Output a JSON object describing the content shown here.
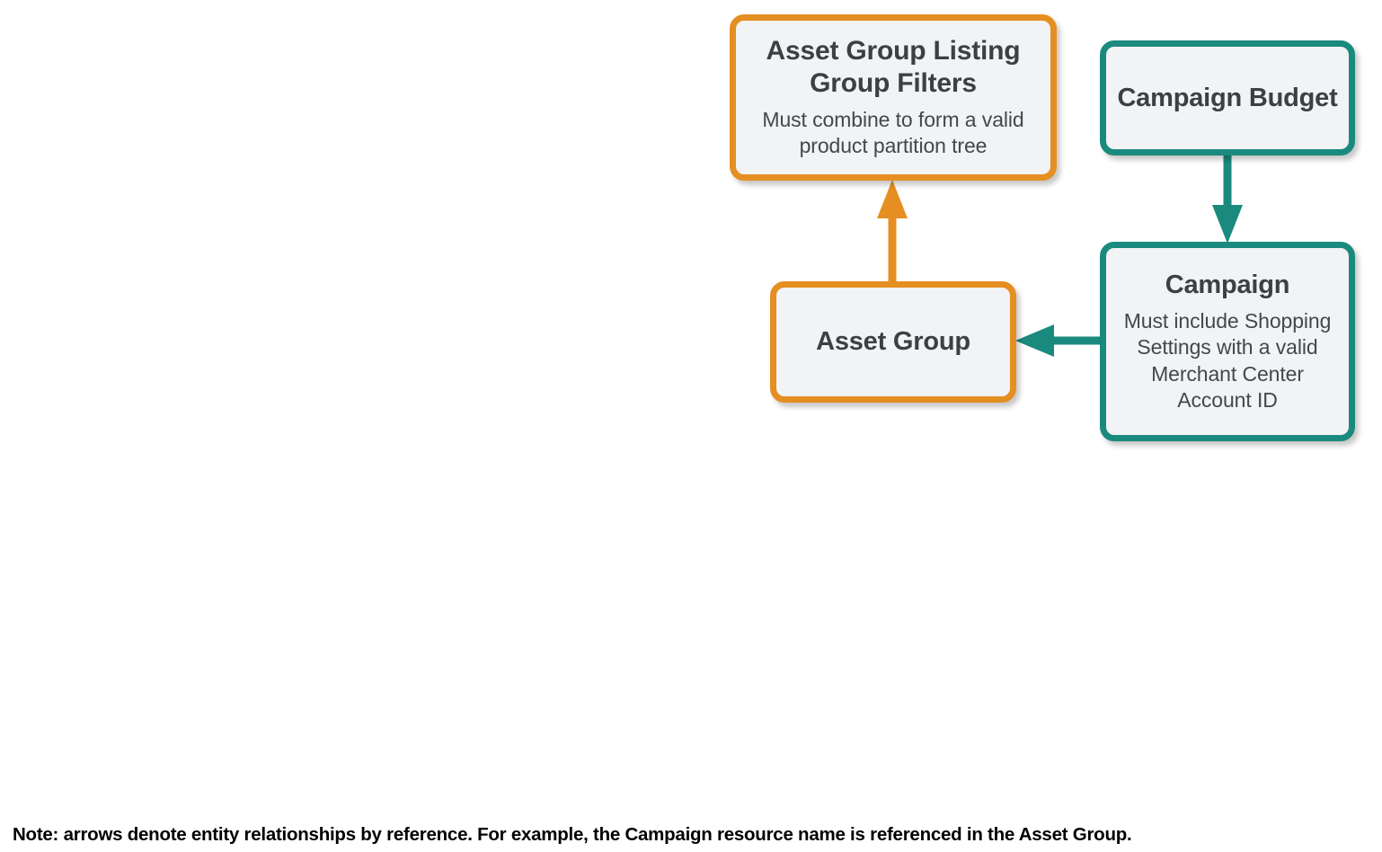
{
  "diagram": {
    "title_hidden": "",
    "colors": {
      "orange": "#e58f22",
      "teal": "#1b8a7e",
      "node_fill": "#f1f3f4",
      "title_text": "#3c4043",
      "desc_text": "#44484b",
      "note_text": "#000000"
    },
    "nodes": [
      {
        "id": "asset-group-listing-group-filters",
        "title": "Asset Group Listing Group Filters",
        "description": "Must combine to form a valid product partition tree",
        "accent": "orange"
      },
      {
        "id": "campaign-budget",
        "title": "Campaign Budget",
        "description": "",
        "accent": "teal"
      },
      {
        "id": "asset-group",
        "title": "Asset Group",
        "description": "",
        "accent": "orange"
      },
      {
        "id": "campaign",
        "title": "Campaign",
        "description": "Must include Shopping Settings with a valid Merchant Center Account ID",
        "accent": "teal"
      }
    ],
    "edges": [
      {
        "id": "asset-group-to-listing-filters",
        "from": "asset-group",
        "to": "asset-group-listing-group-filters",
        "direction": "up",
        "color": "#e58f22"
      },
      {
        "id": "campaign-budget-to-campaign",
        "from": "campaign-budget",
        "to": "campaign",
        "direction": "down",
        "color": "#1b8a7e"
      },
      {
        "id": "campaign-to-asset-group",
        "from": "campaign",
        "to": "asset-group",
        "direction": "left",
        "color": "#1b8a7e"
      }
    ],
    "note": "Note: arrows denote entity relationships by reference. For example, the Campaign resource name is referenced in the Asset Group."
  }
}
